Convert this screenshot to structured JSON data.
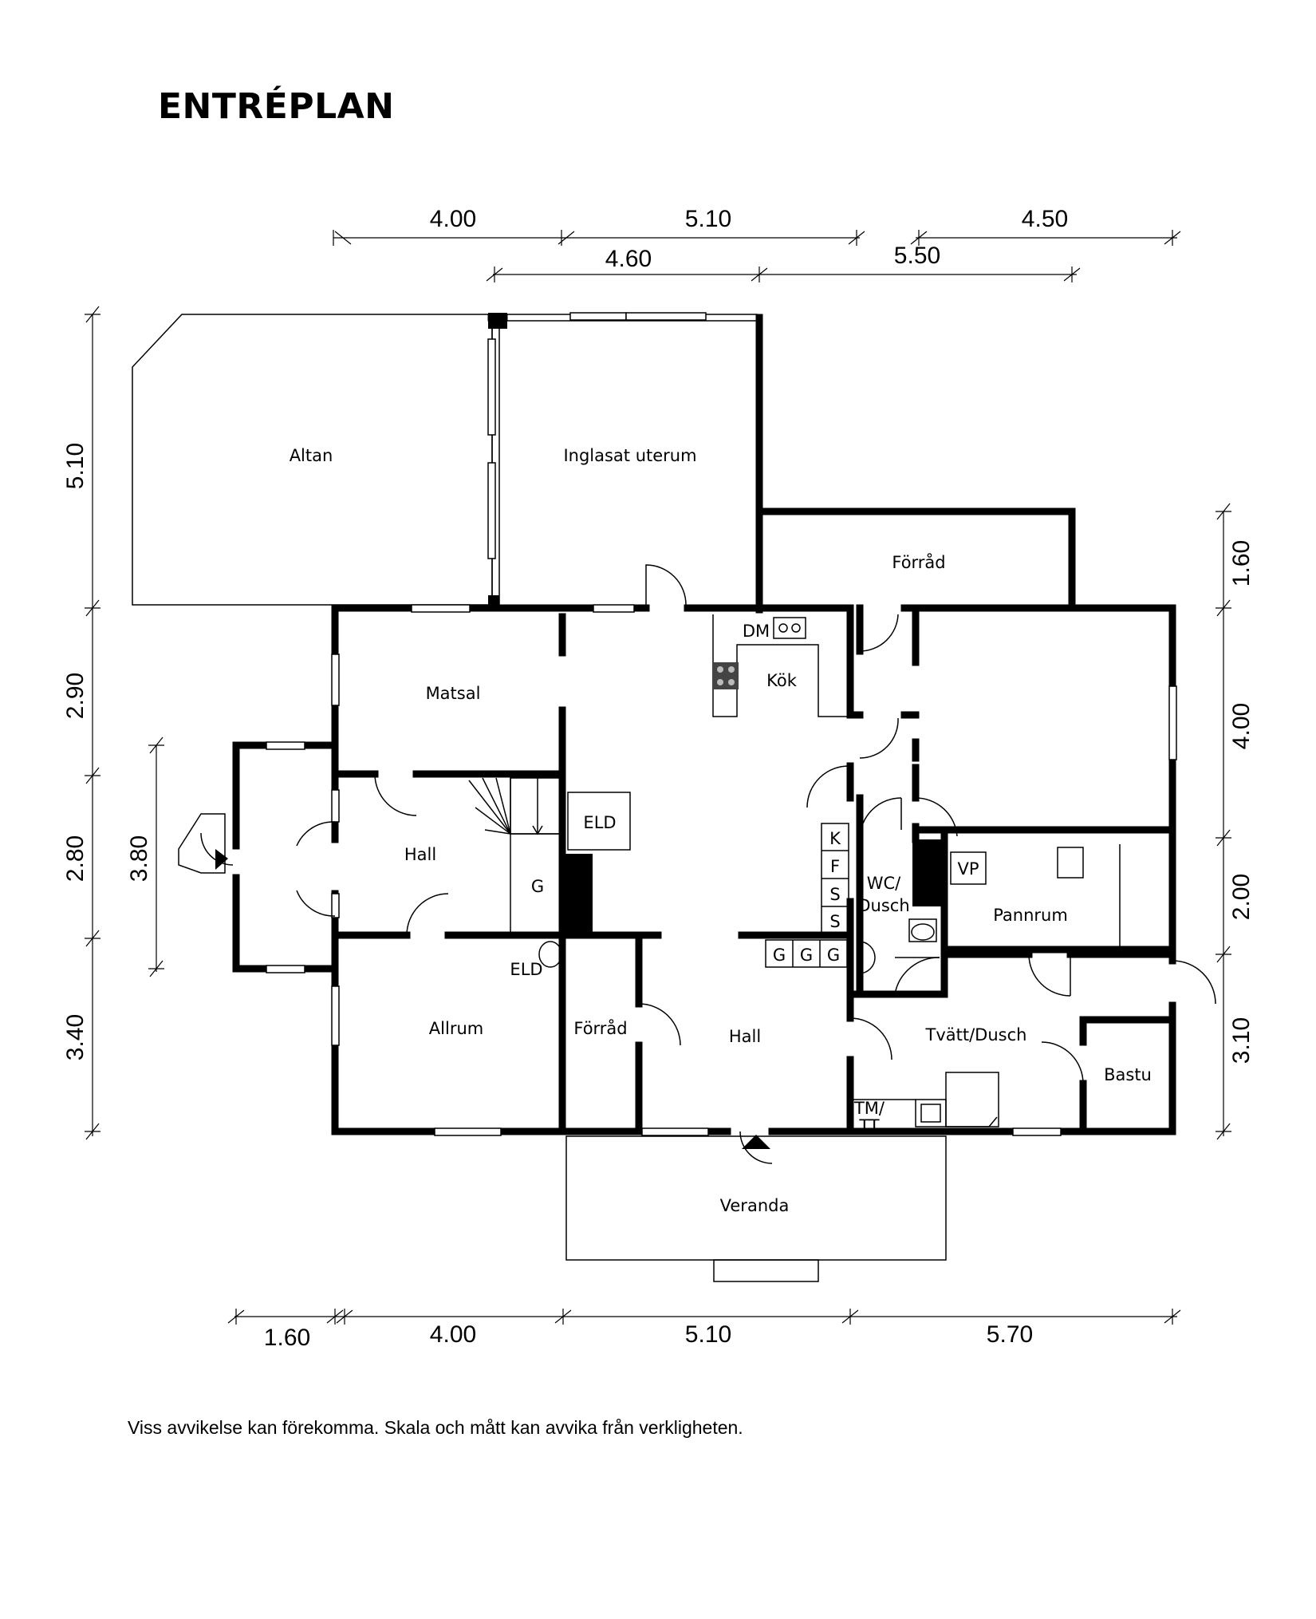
{
  "title": "ENTRÉPLAN",
  "disclaimer": "Viss avvikelse kan förekomma. Skala och mått kan avvika från verkligheten.",
  "rooms": {
    "altan": "Altan",
    "uterum": "Inglasat uterum",
    "forrad_top": "Förråd",
    "matsal": "Matsal",
    "kok": "Kök",
    "hall_left": "Hall",
    "hall_main": "Hall",
    "allrum": "Allrum",
    "forrad_mid": "Förråd",
    "wc_line1": "WC/",
    "wc_line2": "Dusch",
    "pannrum": "Pannrum",
    "tvatt": "Tvätt/Dusch",
    "bastu": "Bastu",
    "veranda": "Veranda"
  },
  "fixtures": {
    "dm": "DM",
    "eld1": "ELD",
    "eld2": "ELD",
    "g_stair": "G",
    "k": "K",
    "f": "F",
    "s1": "S",
    "s2": "S",
    "g1": "G",
    "g2": "G",
    "g3": "G",
    "vp": "VP",
    "tm_line1": "TM/",
    "tm_line2": "TT"
  },
  "dimensions": {
    "top_row1": [
      "4.00",
      "5.10",
      "4.50"
    ],
    "top_row2": [
      "4.60",
      "5.50"
    ],
    "left_outer": [
      "5.10",
      "2.90",
      "2.80",
      "3.40"
    ],
    "left_inner": "3.80",
    "right": [
      "1.60",
      "4.00",
      "2.00",
      "3.10"
    ],
    "bottom": [
      "1.60",
      "4.00",
      "5.10",
      "5.70"
    ]
  }
}
